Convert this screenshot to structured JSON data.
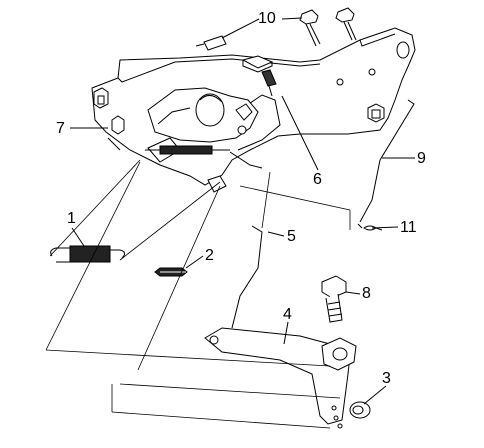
{
  "callouts": [
    {
      "id": "1",
      "label": "1"
    },
    {
      "id": "2",
      "label": "2"
    },
    {
      "id": "3",
      "label": "3"
    },
    {
      "id": "4",
      "label": "4"
    },
    {
      "id": "5",
      "label": "5"
    },
    {
      "id": "6",
      "label": "6"
    },
    {
      "id": "7",
      "label": "7"
    },
    {
      "id": "8",
      "label": "8"
    },
    {
      "id": "9",
      "label": "9"
    },
    {
      "id": "10",
      "label": "10"
    },
    {
      "id": "11",
      "label": "11"
    }
  ],
  "colors": {
    "line": "#000000",
    "part": "#ffffff",
    "shade": "#d9d9d9"
  }
}
